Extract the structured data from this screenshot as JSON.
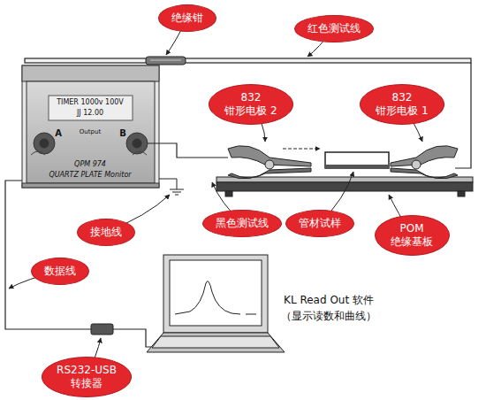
{
  "diagram": {
    "nodes": [
      {
        "text": [
          "绝缘钳"
        ]
      },
      {
        "text": [
          "红色测试线"
        ]
      },
      {
        "text": [
          "832 钳形电极 2"
        ]
      },
      {
        "text": [
          "832 钳形电极 1"
        ]
      },
      {
        "text": [
          "接地线"
        ]
      },
      {
        "text": [
          "黑色测试线"
        ]
      },
      {
        "text": [
          "管材试样"
        ]
      },
      {
        "text": [
          "POM 绝缘基板"
        ]
      },
      {
        "text": [
          "数据线"
        ]
      },
      {
        "text": [
          "RS232-USB 转接器"
        ]
      }
    ],
    "labels": [
      "TIMER 1000v 100V",
      "JJ 12.00",
      "A",
      "Output",
      "B",
      "QPM 974",
      "QUARTZ PLATE Monitor",
      "KL Read Out 软件",
      "（显示读数和曲线）"
    ]
  }
}
